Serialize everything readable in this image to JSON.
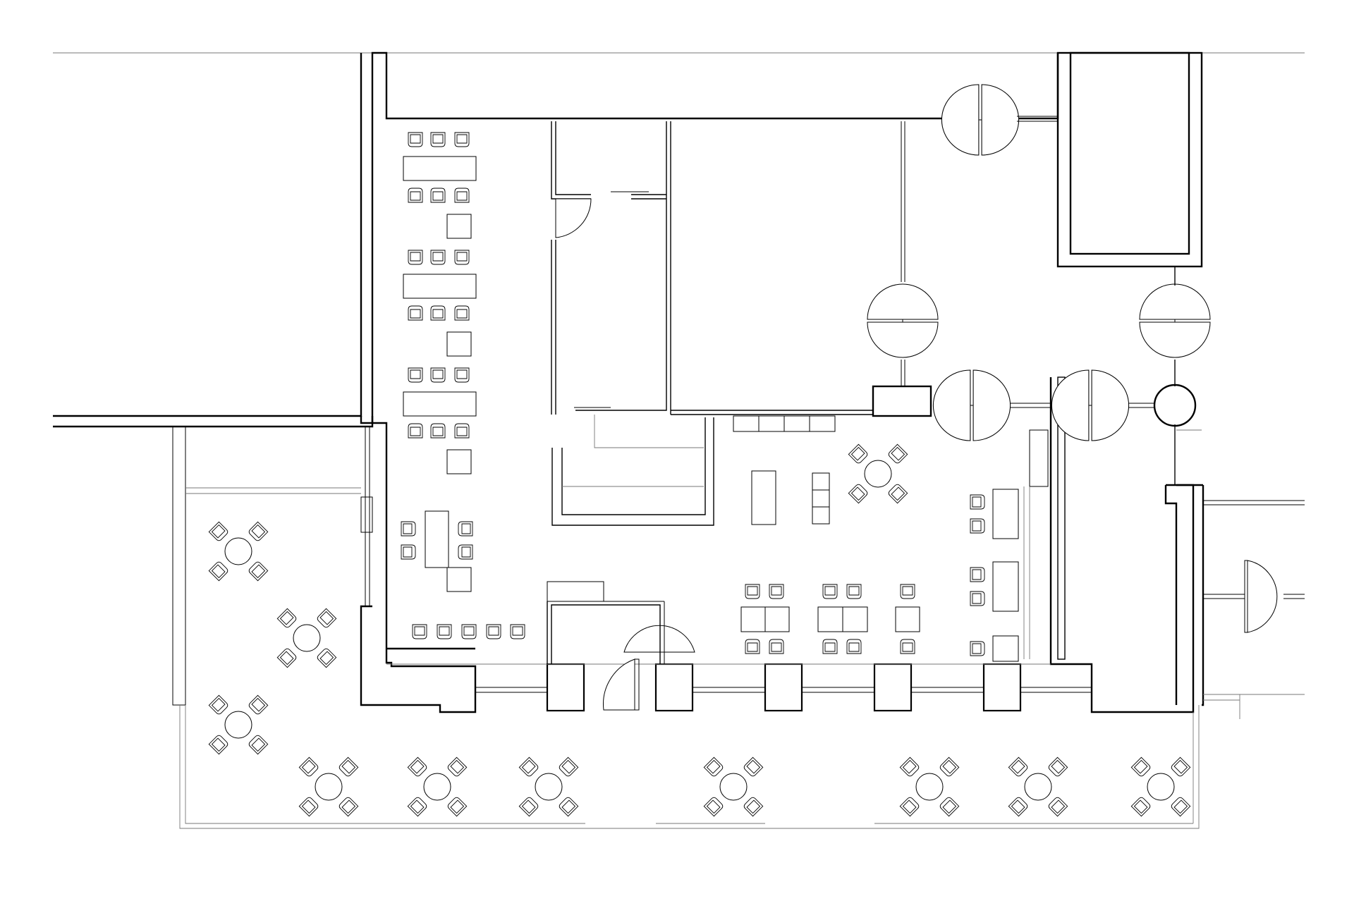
{
  "drawing": {
    "kind": "architectural floor plan",
    "line_color": "#000000",
    "background_color": "#ffffff"
  },
  "furniture": {
    "terrace_tables_4_chairs": 10,
    "indoor_small_square_tables": 5,
    "long_tables_6_chairs": 3,
    "bench_chairs_row": 5
  }
}
